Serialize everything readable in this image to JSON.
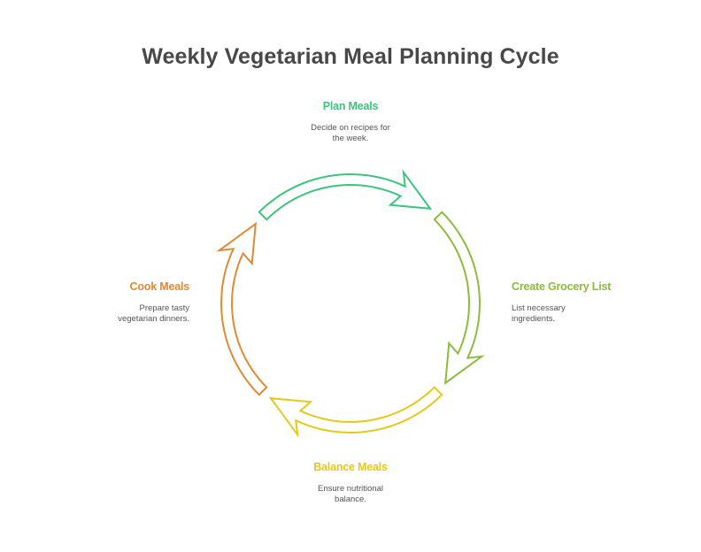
{
  "title": "Weekly Vegetarian Meal Planning Cycle",
  "steps": [
    {
      "id": "plan",
      "label": "Plan Meals",
      "description": "Decide on recipes for the week.",
      "desc_lines": [
        "Decide on recipes for",
        "the week."
      ],
      "color": "#3cc47c"
    },
    {
      "id": "grocery",
      "label": "Create Grocery List",
      "description": "List necessary ingredients.",
      "desc_lines": [
        "List necessary",
        "ingredients."
      ],
      "color": "#8bbd3a"
    },
    {
      "id": "balance",
      "label": "Balance Meals",
      "description": "Ensure nutritional balance.",
      "desc_lines": [
        "Ensure nutritional",
        "balance."
      ],
      "color": "#e4c91a"
    },
    {
      "id": "cook",
      "label": "Cook Meals",
      "description": "Prepare tasty vegetarian dinners.",
      "desc_lines": [
        "Prepare tasty",
        "vegetarian dinners."
      ],
      "color": "#e08a32"
    }
  ],
  "flow": "clockwise"
}
